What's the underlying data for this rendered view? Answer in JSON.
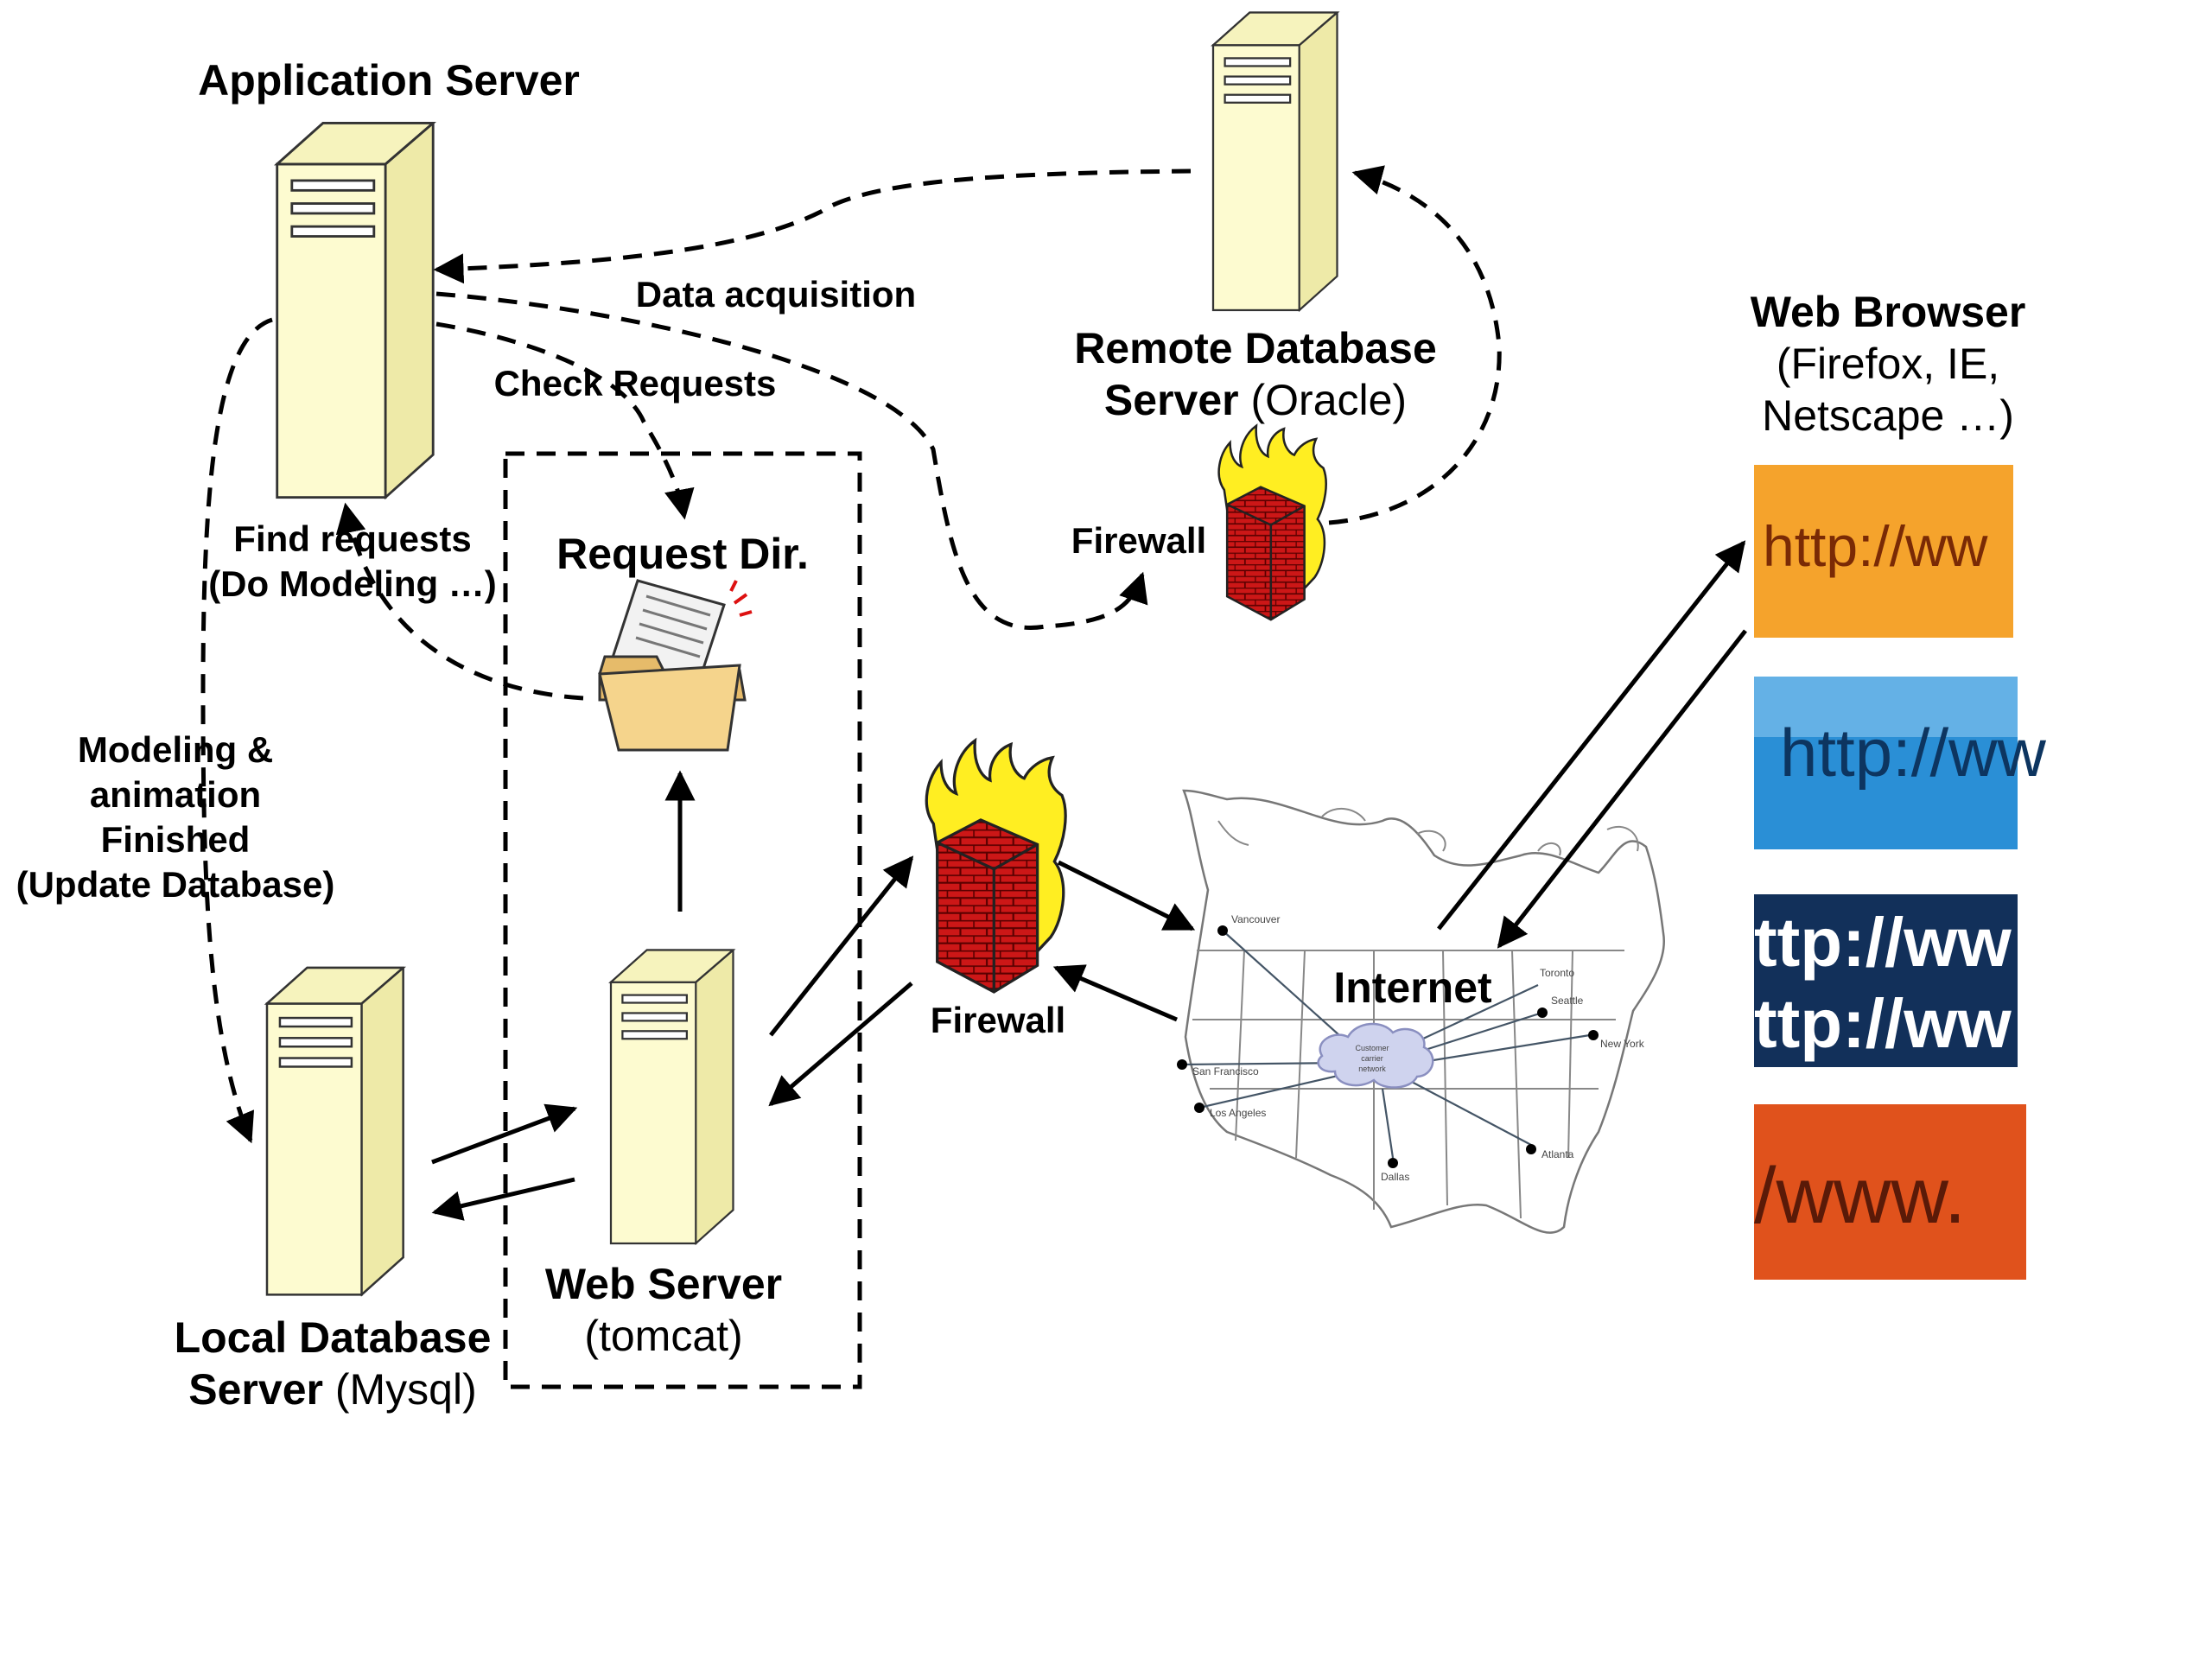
{
  "app_server": {
    "title": "Application Server"
  },
  "remote_db": {
    "title": "Remote Database",
    "name_bold": "Server",
    "name_normal": " (Oracle)"
  },
  "local_db": {
    "title": "Local Database",
    "name_bold": "Server",
    "name_normal": " (Mysql)"
  },
  "web_server": {
    "title": "Web Server",
    "subtitle": "(tomcat)"
  },
  "request_dir": {
    "title": "Request Dir."
  },
  "firewall_remote": {
    "label": "Firewall"
  },
  "firewall_main": {
    "label": "Firewall"
  },
  "internet": {
    "label": "Internet"
  },
  "web_browser": {
    "title": "Web Browser",
    "line2": "(Firefox, IE,",
    "line3": "Netscape …)"
  },
  "flows": {
    "data_acquisition": "Data acquisition",
    "check_requests": "Check Requests",
    "find_requests_1": "Find requests",
    "find_requests_2": "(Do Modeling …)",
    "modeling_1": "Modeling  &",
    "modeling_2": "animation",
    "modeling_3": "Finished",
    "modeling_4": "(Update Database)"
  },
  "browser_tiles": [
    {
      "text": "http://ww",
      "bg": "#f08a1c",
      "fg": "#7a2a05"
    },
    {
      "text": "http://ww",
      "bg": "#2a8fd6",
      "fg": "#0d3560"
    },
    {
      "text": "ttp://ww",
      "bg": "#12305a",
      "fg": "#ffffff"
    },
    {
      "text": "/www.",
      "bg": "#e0521c",
      "fg": "#5a1a08"
    }
  ],
  "map_labels": {
    "vancouver": "Vancouver",
    "seattle": "Seattle",
    "san_francisco": "San Francisco",
    "los_angeles": "Los Angeles",
    "dallas": "Dallas",
    "atlanta": "Atlanta",
    "new_york": "New York",
    "toronto": "Toronto",
    "cloud_1": "Customer",
    "cloud_2": "carrier",
    "cloud_3": "network"
  },
  "colors": {
    "server_body": "#fdfbd0",
    "server_side": "#eeeaa8",
    "brick": "#d01818",
    "flame": "#ffee22"
  }
}
